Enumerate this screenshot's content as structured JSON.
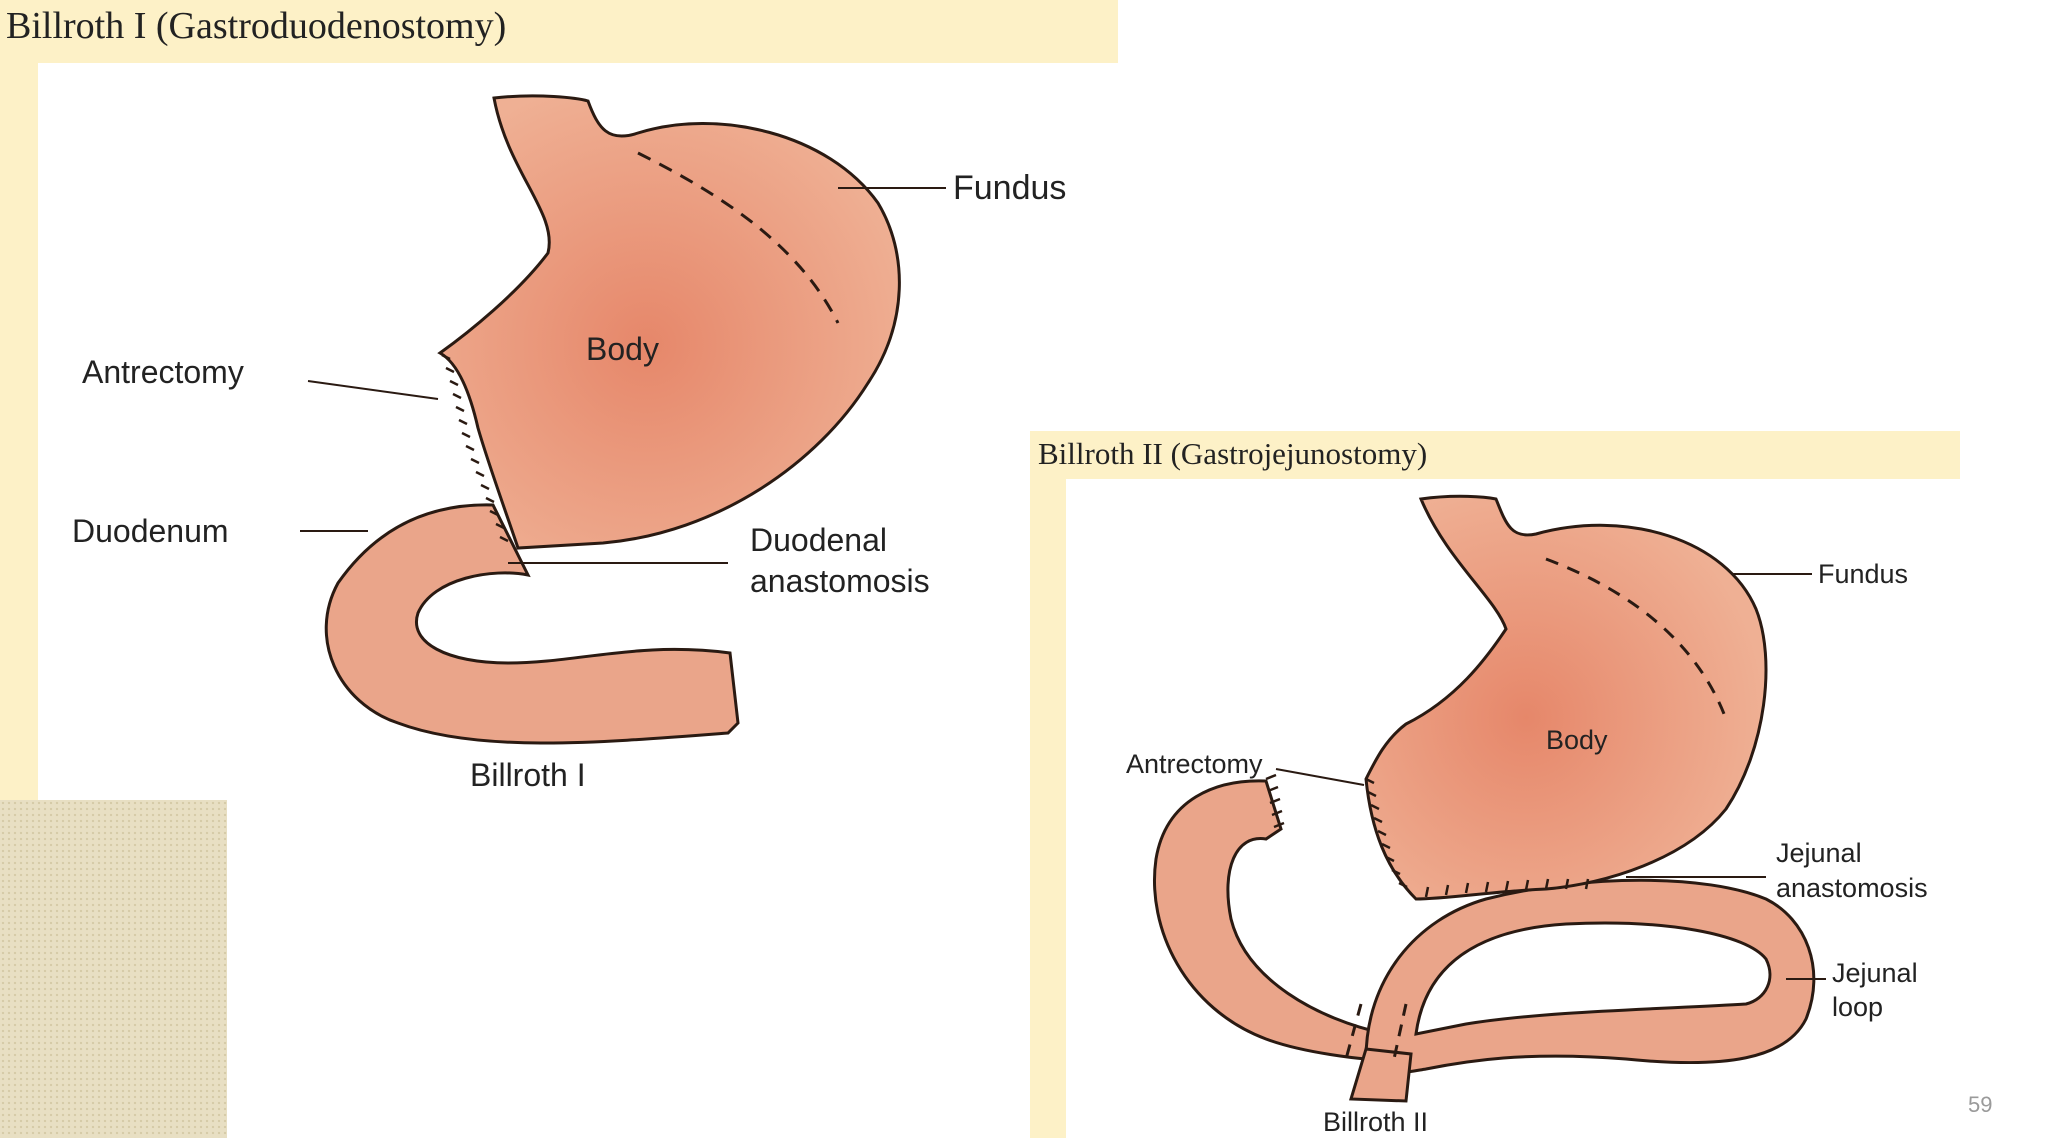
{
  "billroth_1": {
    "header": "Billroth I (Gastroduodenostomy)",
    "labels": {
      "fundus": "Fundus",
      "body": "Body",
      "antrectomy": "Antrectomy",
      "duodenum": "Duodenum",
      "duodenal_1": "Duodenal",
      "duodenal_2": "anastomosis",
      "caption": "Billroth I"
    }
  },
  "billroth_2": {
    "header": "Billroth II (Gastrojejunostomy)",
    "labels": {
      "fundus": "Fundus",
      "body": "Body",
      "antrectomy": "Antrectomy",
      "jejunal_anastomosis_1": "Jejunal",
      "jejunal_anastomosis_2": "anastomosis",
      "jejunal_loop_1": "Jejunal",
      "jejunal_loop_2": "loop",
      "caption": "Billroth II"
    }
  },
  "slide_number": "59",
  "colors": {
    "tissue": "#eaa58a",
    "tissue_dark": "#d9876a",
    "header_bg": "#fdf1c7",
    "outline": "#2a1a12"
  }
}
